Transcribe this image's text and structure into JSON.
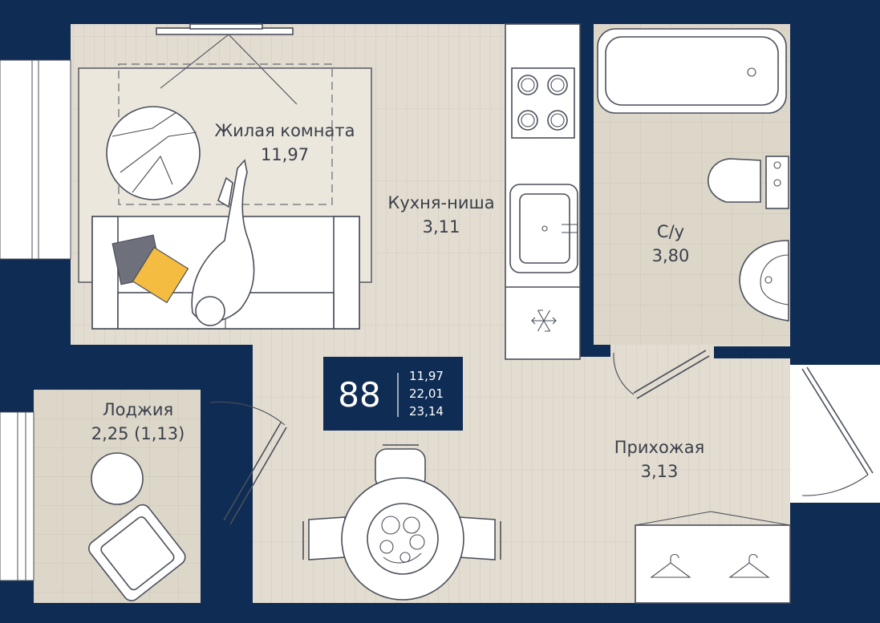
{
  "colors": {
    "wall": "#0f2c54",
    "floor": "#e3ddd1",
    "tile": "#ddd7ca",
    "furniture": "#ffffff",
    "stroke": "#4a4f5a",
    "pillow_gray": "#6e717c",
    "pillow_yellow": "#f5bc42",
    "badge_bg": "#0f2c54",
    "text": "#3a3f4a"
  },
  "rooms": {
    "living": {
      "name": "Жилая комната",
      "area": "11,97"
    },
    "kitchen": {
      "name": "Кухня-ниша",
      "area": "3,11"
    },
    "bathroom": {
      "name": "С/у",
      "area": "3,80"
    },
    "loggia": {
      "name": "Лоджия",
      "area": "2,25 (1,13)"
    },
    "hallway": {
      "name": "Прихожая",
      "area": "3,13"
    }
  },
  "badge": {
    "number": "88",
    "areas": [
      "11,97",
      "22,01",
      "23,14"
    ]
  },
  "icons": [
    "snowflake-icon",
    "hanger-icon",
    "fruit-plate-icon",
    "rug-icon"
  ]
}
